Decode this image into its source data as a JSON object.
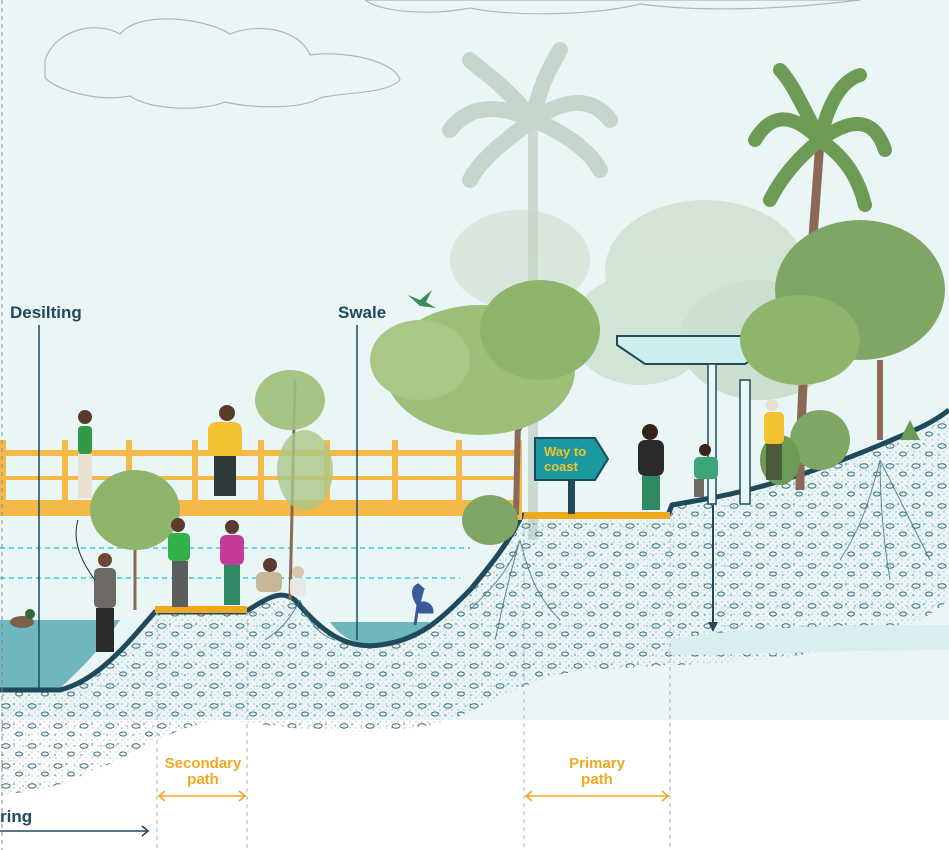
{
  "annotations": {
    "desilting": "Desilting",
    "swale": "Swale",
    "sign": [
      "Way to",
      "coast"
    ],
    "secondary_path": [
      "Secondary",
      "path"
    ],
    "primary_path": [
      "Primary",
      "path"
    ],
    "bottom_partial": "ring"
  },
  "colors": {
    "sky": "#eaf6f6",
    "water": "#6fb7bd",
    "soil_outline": "#1f4a5c",
    "boardwalk": "#f5b94a",
    "path": "#f2a81d",
    "sign": "#1a9aa0",
    "sign_text": "#f2c230",
    "foliage_light": "#9dbf7a",
    "foliage_dark": "#6d9a54",
    "water_level": "#2fd0d8"
  }
}
